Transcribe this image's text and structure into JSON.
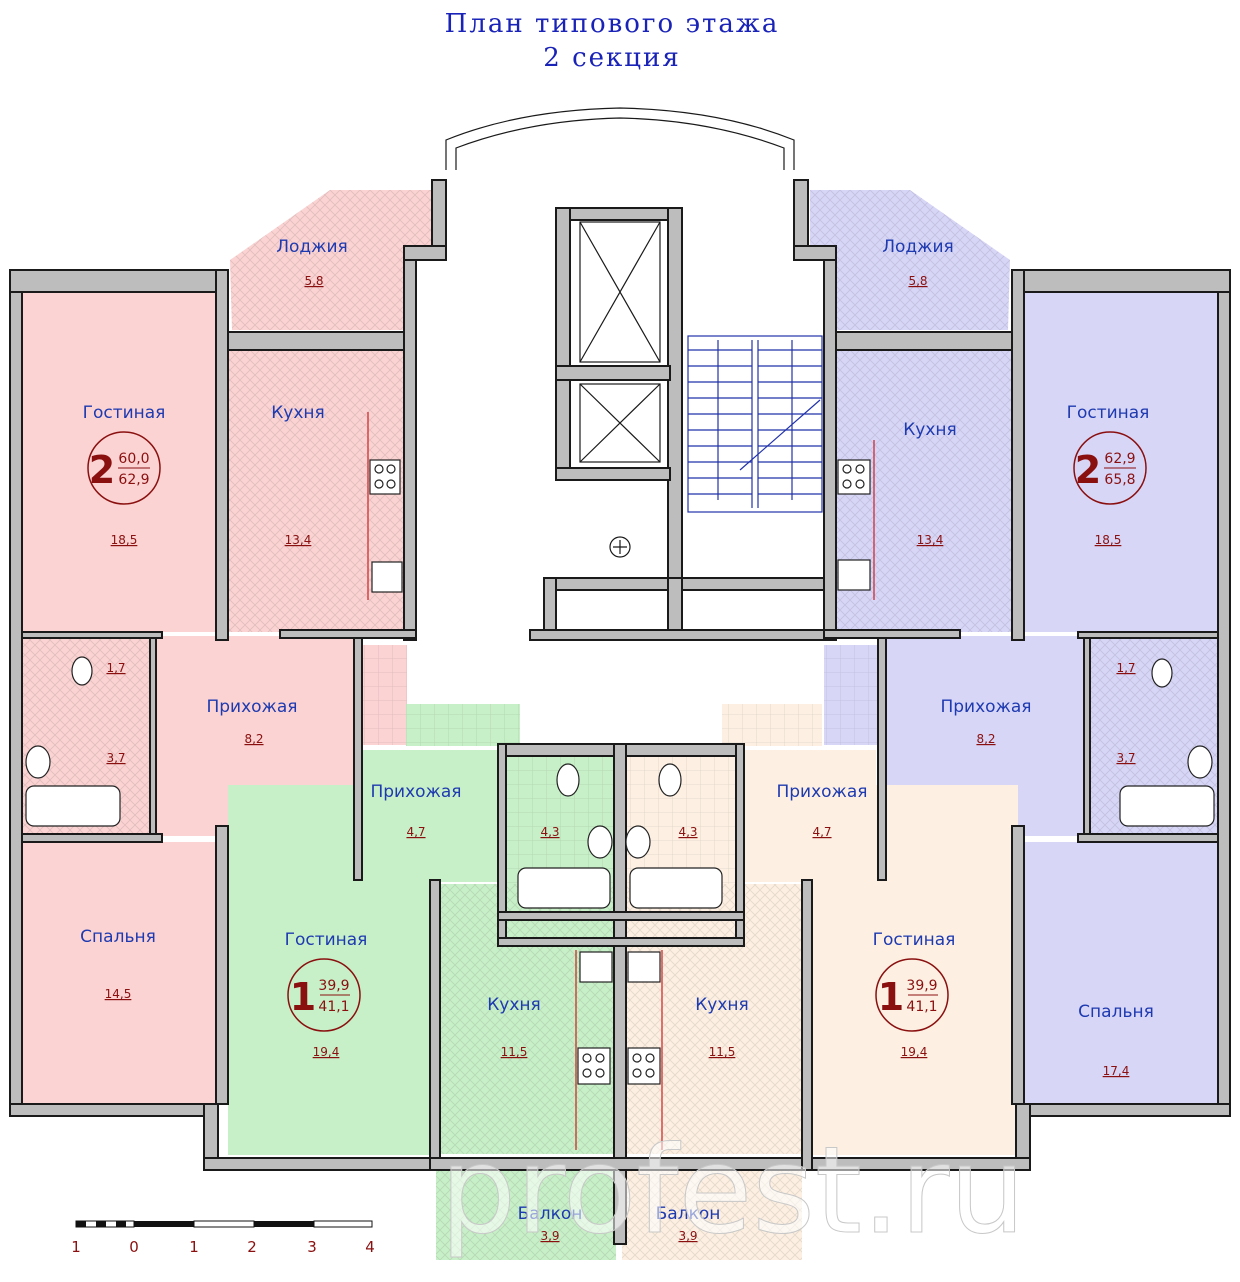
{
  "title": {
    "line1": "План типового этажа",
    "line2": "2 секция"
  },
  "colors": {
    "pink": "#fbd3d3",
    "purple": "#d8d6f7",
    "green": "#c8f0c8",
    "peach": "#fdf0e2",
    "area_text": "#8a1010",
    "label_text": "#1e3ab0"
  },
  "rooms": {
    "loggia_left": {
      "name": "Лоджия",
      "area": "5,8"
    },
    "loggia_right": {
      "name": "Лоджия",
      "area": "5,8"
    },
    "living_2l": {
      "name": "Гостиная",
      "area": "18,5"
    },
    "kitchen_2l": {
      "name": "Кухня",
      "area": "13,4"
    },
    "wc_2l": {
      "area": "1,7"
    },
    "bath_2l": {
      "area": "3,7"
    },
    "hall_2l": {
      "name": "Прихожая",
      "area": "8,2"
    },
    "bedroom_2l": {
      "name": "Спальня",
      "area": "14,5"
    },
    "kitchen_2r": {
      "name": "Кухня",
      "area": "13,4"
    },
    "living_2r": {
      "name": "Гостиная",
      "area": "18,5"
    },
    "wc_2r": {
      "area": "1,7"
    },
    "bath_2r": {
      "area": "3,7"
    },
    "hall_2r": {
      "name": "Прихожая",
      "area": "8,2"
    },
    "bedroom_2r": {
      "name": "Спальня",
      "area": "17,4"
    },
    "living_1l": {
      "name": "Гостиная",
      "area": "19,4"
    },
    "hall_1l": {
      "name": "Прихожая",
      "area": "4,7"
    },
    "bath_1l": {
      "area": "4,3"
    },
    "kitchen_1l": {
      "name": "Кухня",
      "area": "11,5"
    },
    "balcony_1l": {
      "name": "Балкон",
      "area": "3,9"
    },
    "hall_1r": {
      "name": "Прихожая",
      "area": "4,7"
    },
    "bath_1r": {
      "area": "4,3"
    },
    "kitchen_1r": {
      "name": "Кухня",
      "area": "11,5"
    },
    "balcony_1r": {
      "name": "Балкон",
      "area": "3,9"
    },
    "living_1r": {
      "name": "Гостиная",
      "area": "19,4"
    }
  },
  "apartments": {
    "apt_2l": {
      "rooms": "2",
      "living_area": "60,0",
      "total_area": "62,9"
    },
    "apt_2r": {
      "rooms": "2",
      "living_area": "62,9",
      "total_area": "65,8"
    },
    "apt_1l": {
      "rooms": "1",
      "living_area": "39,9",
      "total_area": "41,1"
    },
    "apt_1r": {
      "rooms": "1",
      "living_area": "39,9",
      "total_area": "41,1"
    }
  },
  "scale": {
    "labels": [
      "1",
      "0",
      "1",
      "2",
      "3",
      "4"
    ]
  },
  "watermark": "profest.ru"
}
